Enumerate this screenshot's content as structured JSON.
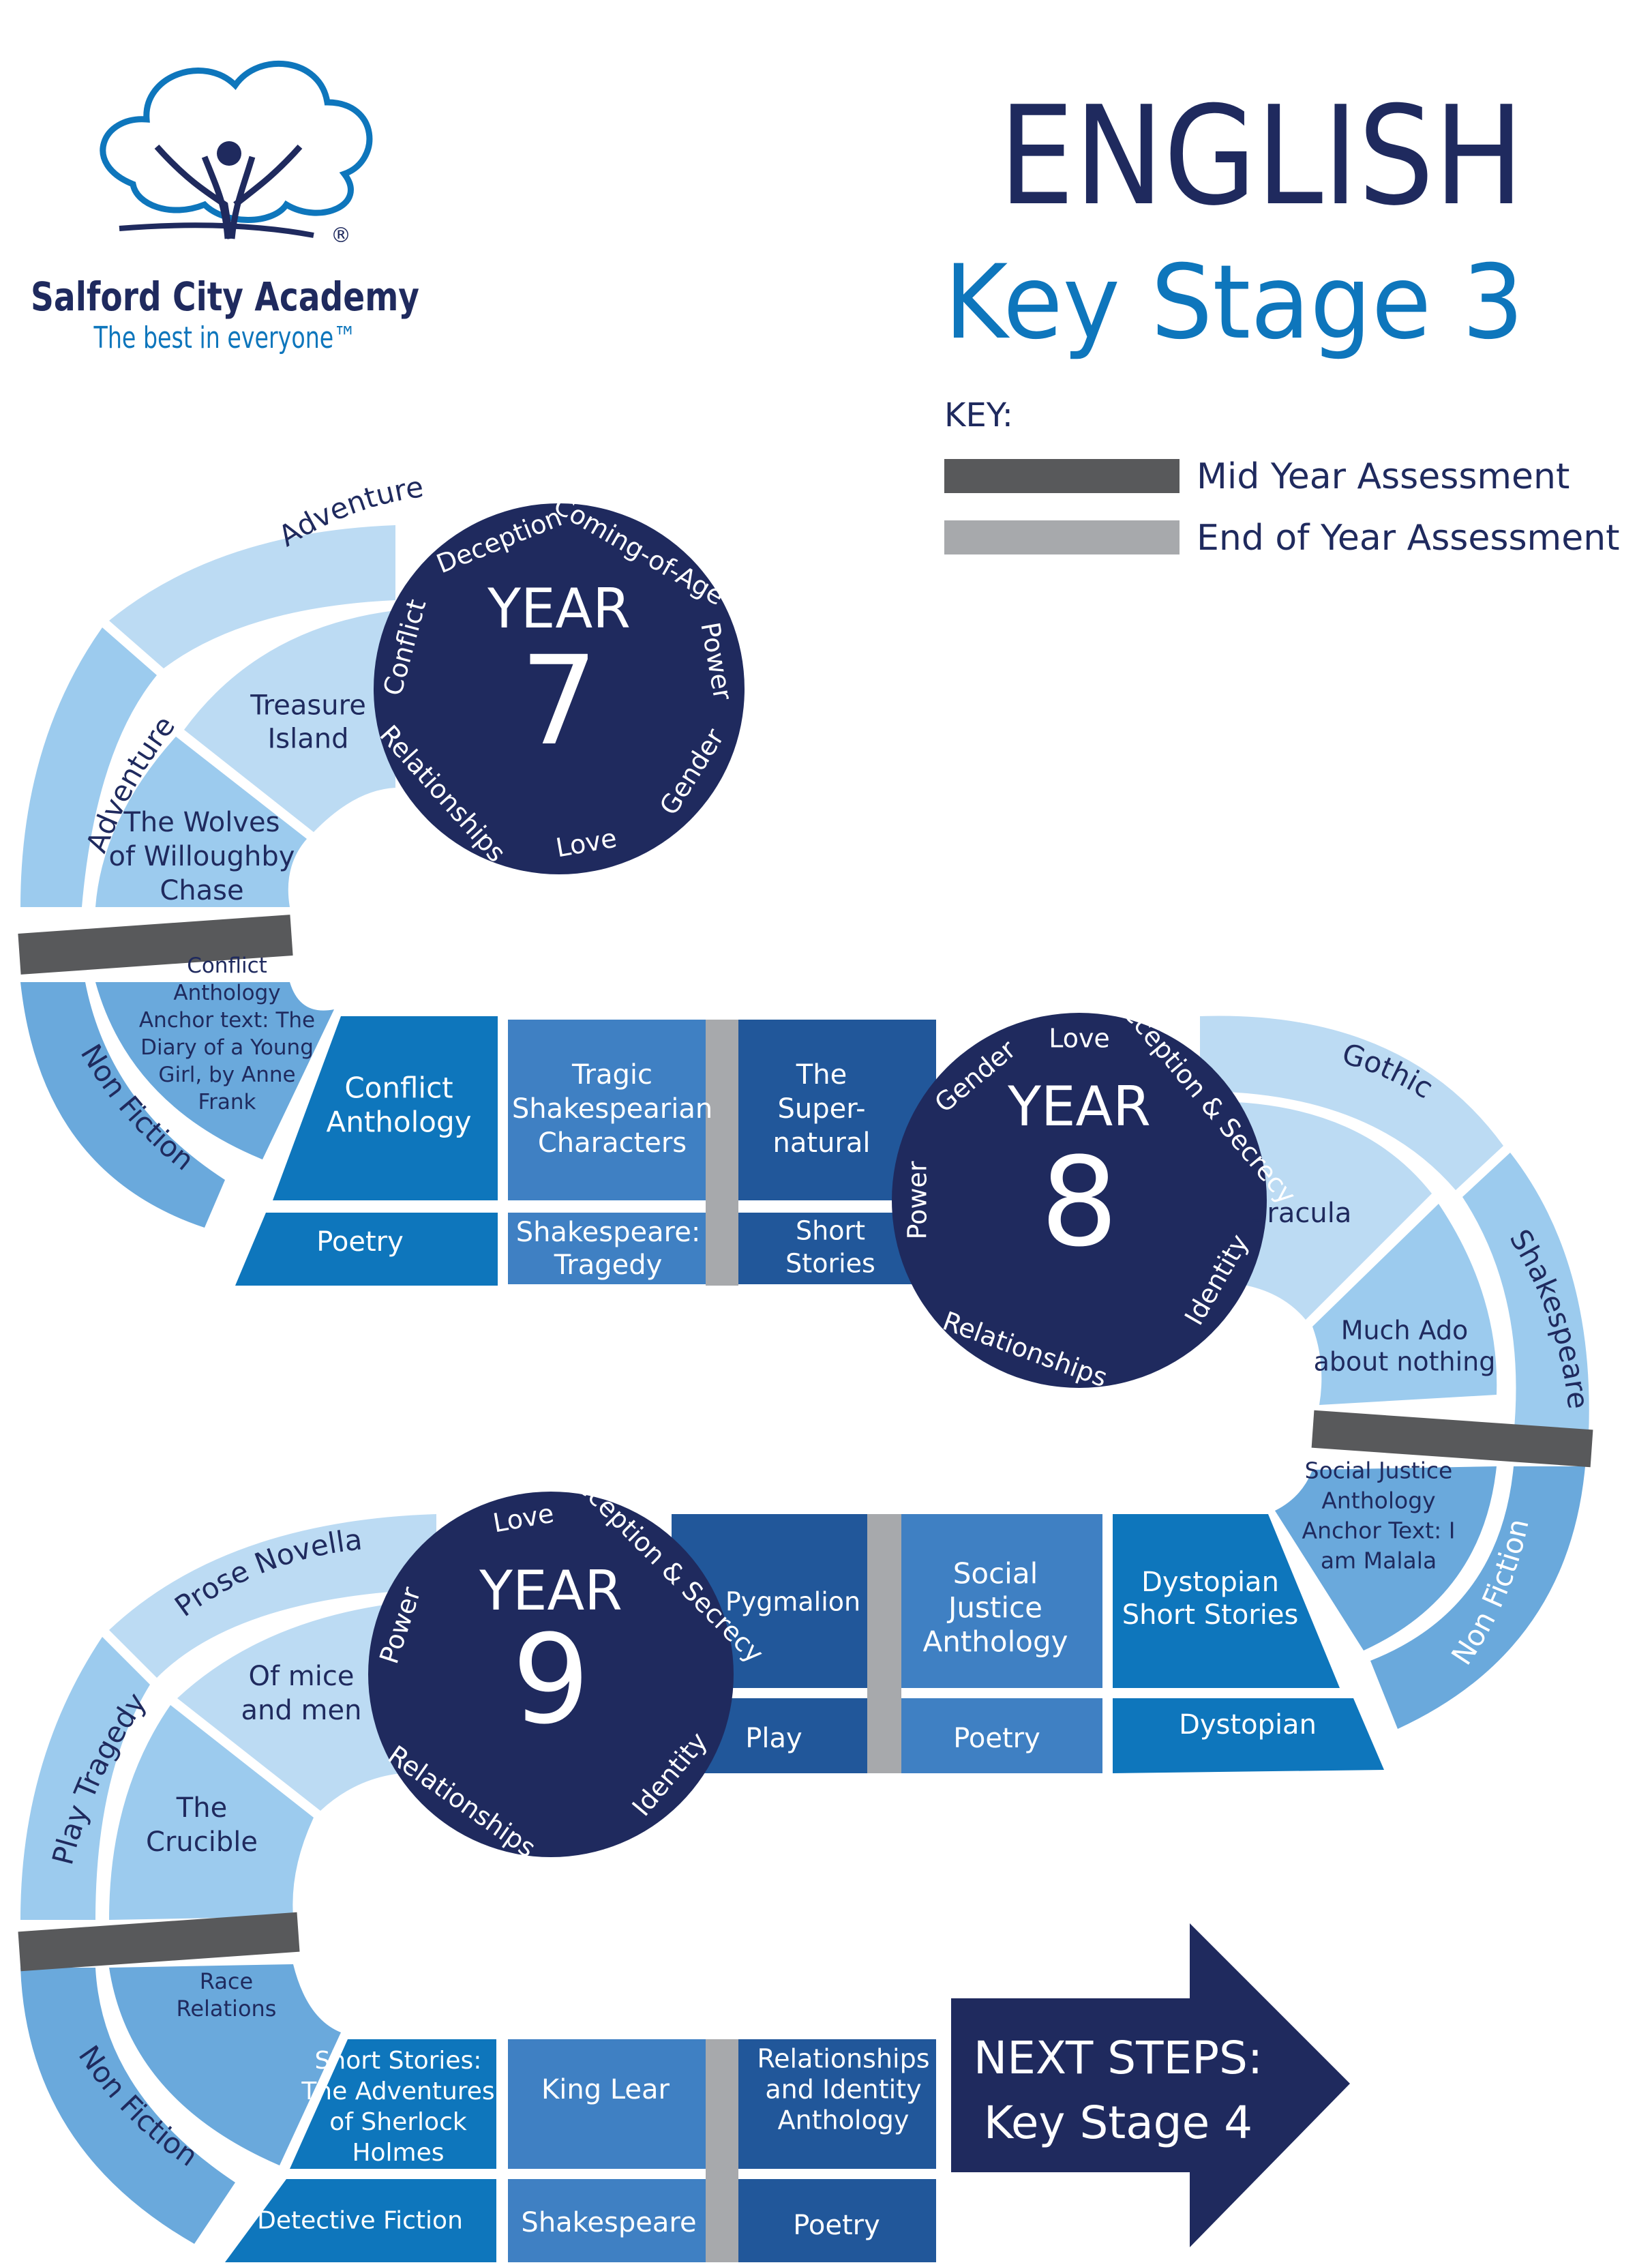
{
  "logo": {
    "school_name": "Salford City Academy",
    "tagline": "The best in everyone™",
    "registered_mark": "®"
  },
  "header": {
    "title": "ENGLISH",
    "subtitle": "Key Stage 3"
  },
  "key": {
    "label": "KEY:",
    "mid_year": {
      "label": "Mid Year Assessment",
      "color": "#58595b"
    },
    "end_year": {
      "label": "End of Year Assessment",
      "color": "#a7a9ac"
    }
  },
  "colors": {
    "navy": "#1f2a5e",
    "blue_dark": "#21579a",
    "blue_mid": "#0e76bc",
    "blue_steel": "#3f80c3",
    "blue_light": "#6aa9dc",
    "blue_pale": "#9ccbee",
    "blue_palest": "#bcdbf3"
  },
  "year7": {
    "year_label": "YEAR",
    "year_number": "7",
    "themes": [
      "Deception",
      "Coming-of-Age",
      "Power",
      "Gender",
      "Love",
      "Relationships",
      "Conflict"
    ],
    "outer": {
      "adventure_1": "Adventure",
      "adventure_2": "Adventure",
      "non_fiction": "Non Fiction"
    },
    "inner": {
      "treasure_island": [
        "Treasure",
        "Island"
      ],
      "wolves": [
        "The Wolves",
        "of Willoughby",
        "Chase"
      ],
      "conflict_anthology": [
        "Conflict",
        "Anthology",
        "Anchor text: The",
        "Diary of a Young",
        "Girl, by Anne",
        "Frank"
      ]
    }
  },
  "row1": {
    "conflict_anthology": [
      "Conflict",
      "Anthology"
    ],
    "poetry": "Poetry",
    "tragic": [
      "Tragic",
      "Shakespearian",
      "Characters"
    ],
    "shakespeare_tragedy": [
      "Shakespeare:",
      "Tragedy"
    ],
    "supernatural": [
      "The",
      "Super-",
      "natural"
    ],
    "short_stories": [
      "Short",
      "Stories"
    ]
  },
  "year8": {
    "year_label": "YEAR",
    "year_number": "8",
    "themes": [
      "Gender",
      "Love",
      "Deception & Secrecy",
      "Identity",
      "Relationships",
      "Power"
    ],
    "outer": {
      "gothic": "Gothic",
      "shakespeare": "Shakespeare",
      "non_fiction": "Non Fiction"
    },
    "inner": {
      "dracula": "Dracula",
      "much_ado": [
        "Much Ado",
        "about nothing"
      ],
      "social_justice": [
        "Social Justice",
        "Anthology",
        "Anchor Text: I",
        "am Malala"
      ]
    }
  },
  "row2": {
    "dystopian_short": [
      "Dystopian",
      "Short Stories"
    ],
    "dystopian": "Dystopian",
    "social_justice": [
      "Social",
      "Justice",
      "Anthology"
    ],
    "poetry": "Poetry",
    "pygmalion": "Pygmalion",
    "play": "Play"
  },
  "year9": {
    "year_label": "YEAR",
    "year_number": "9",
    "themes": [
      "Power",
      "Love",
      "Deception & Secrecy",
      "Identity",
      "Relationships"
    ],
    "outer": {
      "prose_novella": "Prose Novella",
      "play_tragedy": "Play Tragedy",
      "non_fiction": "Non Fiction"
    },
    "inner": {
      "of_mice": [
        "Of mice",
        "and men"
      ],
      "crucible": [
        "The",
        "Crucible"
      ],
      "race": [
        "Race",
        "Relations"
      ]
    }
  },
  "row3": {
    "sherlock": [
      "Short Stories:",
      "The Adventures",
      "of Sherlock",
      "Holmes"
    ],
    "detective": "Detective Fiction",
    "king_lear": "King Lear",
    "shakespeare": "Shakespeare",
    "relationships": [
      "Relationships",
      "and Identity",
      "Anthology"
    ],
    "poetry": "Poetry"
  },
  "next_steps": {
    "line1": "NEXT STEPS:",
    "line2": "Key Stage 4"
  }
}
